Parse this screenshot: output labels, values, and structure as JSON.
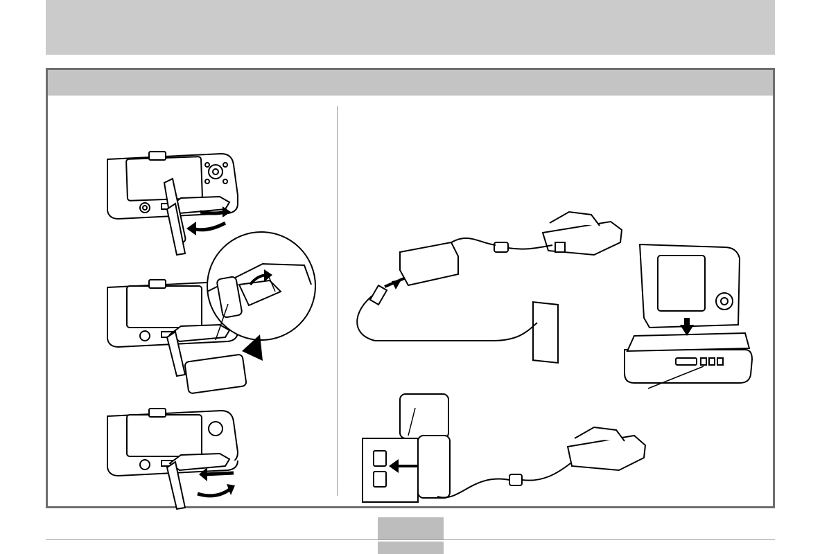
{
  "header": {
    "title": "",
    "band_color": "#cbcbcb"
  },
  "section": {
    "title": "",
    "band_color": "#c4c4c4",
    "border_color": "#6e6e6e"
  },
  "illustrations": {
    "left_column": [
      "camera-open-battery-cover",
      "battery-insertion-with-zoom",
      "camera-close-battery-cover"
    ],
    "right_column": [
      "ac-adaptor-with-power-cord",
      "camera-in-usb-cradle",
      "ac-adaptor-direct-plug"
    ]
  },
  "footer": {
    "page_number": "",
    "tab_color": "#bdbdbd"
  }
}
